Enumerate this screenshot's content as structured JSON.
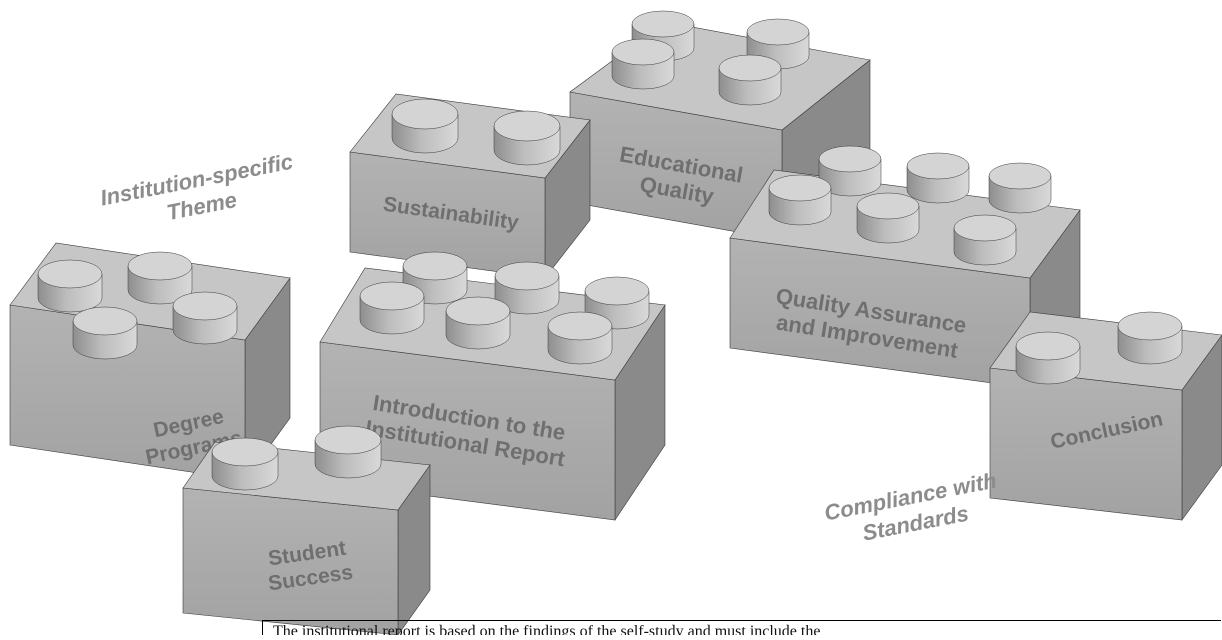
{
  "colors": {
    "background": "#ffffff",
    "block_front": "#a8a8a8",
    "block_top": "#c6c6c6",
    "block_side": "#8a8a8a",
    "block_text": "#6f6f6f",
    "floating_text": "#8c8c8c",
    "outline": "#3a3a3a"
  },
  "blocks": [
    {
      "id": "educational-quality",
      "lines": [
        "Educational",
        "Quality"
      ]
    },
    {
      "id": "sustainability",
      "lines": [
        "Sustainability"
      ]
    },
    {
      "id": "quality-assurance",
      "lines": [
        "Quality Assurance",
        "and Improvement"
      ]
    },
    {
      "id": "degree-programs",
      "lines": [
        "Degree",
        "Programs"
      ]
    },
    {
      "id": "introduction",
      "lines": [
        "Introduction to the",
        "Institutional Report"
      ]
    },
    {
      "id": "conclusion",
      "lines": [
        "Conclusion"
      ]
    },
    {
      "id": "student-success",
      "lines": [
        "Student",
        "Success"
      ]
    }
  ],
  "floating_labels": {
    "institution_theme": [
      "Institution-specific",
      "Theme"
    ],
    "compliance": [
      "Compliance with",
      "Standards"
    ]
  },
  "caption": {
    "text": "The institutional report is based on the findings of the self-study and must include the"
  }
}
